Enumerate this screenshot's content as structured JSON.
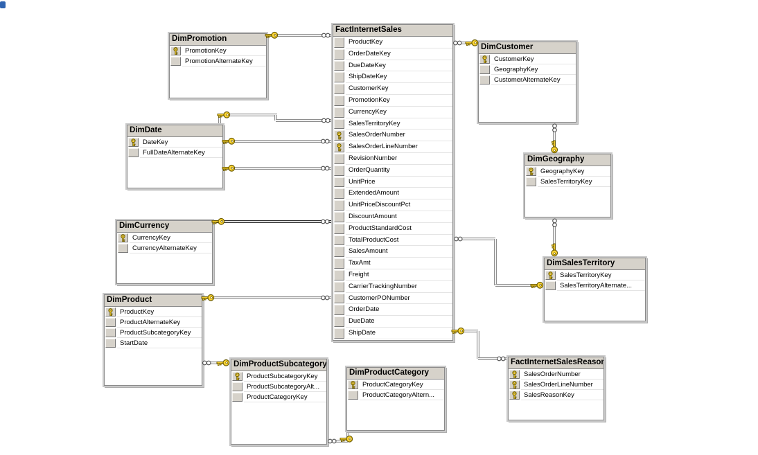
{
  "diagram": {
    "kind": "database-diagram",
    "tables": [
      {
        "id": "fact_internet_sales",
        "title": "FactInternetSales",
        "fields": [
          {
            "name": "ProductKey",
            "pk": false
          },
          {
            "name": "OrderDateKey",
            "pk": false
          },
          {
            "name": "DueDateKey",
            "pk": false
          },
          {
            "name": "ShipDateKey",
            "pk": false
          },
          {
            "name": "CustomerKey",
            "pk": false
          },
          {
            "name": "PromotionKey",
            "pk": false
          },
          {
            "name": "CurrencyKey",
            "pk": false
          },
          {
            "name": "SalesTerritoryKey",
            "pk": false
          },
          {
            "name": "SalesOrderNumber",
            "pk": true
          },
          {
            "name": "SalesOrderLineNumber",
            "pk": true
          },
          {
            "name": "RevisionNumber",
            "pk": false
          },
          {
            "name": "OrderQuantity",
            "pk": false
          },
          {
            "name": "UnitPrice",
            "pk": false
          },
          {
            "name": "ExtendedAmount",
            "pk": false
          },
          {
            "name": "UnitPriceDiscountPct",
            "pk": false
          },
          {
            "name": "DiscountAmount",
            "pk": false
          },
          {
            "name": "ProductStandardCost",
            "pk": false
          },
          {
            "name": "TotalProductCost",
            "pk": false
          },
          {
            "name": "SalesAmount",
            "pk": false
          },
          {
            "name": "TaxAmt",
            "pk": false
          },
          {
            "name": "Freight",
            "pk": false
          },
          {
            "name": "CarrierTrackingNumber",
            "pk": false
          },
          {
            "name": "CustomerPONumber",
            "pk": false
          },
          {
            "name": "OrderDate",
            "pk": false
          },
          {
            "name": "DueDate",
            "pk": false
          },
          {
            "name": "ShipDate",
            "pk": false
          }
        ]
      },
      {
        "id": "dim_promotion",
        "title": "DimPromotion",
        "fields": [
          {
            "name": "PromotionKey",
            "pk": true
          },
          {
            "name": "PromotionAlternateKey",
            "pk": false
          }
        ]
      },
      {
        "id": "dim_date",
        "title": "DimDate",
        "fields": [
          {
            "name": "DateKey",
            "pk": true
          },
          {
            "name": "FullDateAlternateKey",
            "pk": false
          }
        ]
      },
      {
        "id": "dim_currency",
        "title": "DimCurrency",
        "fields": [
          {
            "name": "CurrencyKey",
            "pk": true
          },
          {
            "name": "CurrencyAlternateKey",
            "pk": false
          }
        ]
      },
      {
        "id": "dim_product",
        "title": "DimProduct",
        "fields": [
          {
            "name": "ProductKey",
            "pk": true
          },
          {
            "name": "ProductAlternateKey",
            "pk": false
          },
          {
            "name": "ProductSubcategoryKey",
            "pk": false
          },
          {
            "name": "StartDate",
            "pk": false
          }
        ]
      },
      {
        "id": "dim_customer",
        "title": "DimCustomer",
        "fields": [
          {
            "name": "CustomerKey",
            "pk": true
          },
          {
            "name": "GeographyKey",
            "pk": false
          },
          {
            "name": "CustomerAlternateKey",
            "pk": false
          }
        ]
      },
      {
        "id": "dim_geography",
        "title": "DimGeography",
        "fields": [
          {
            "name": "GeographyKey",
            "pk": true
          },
          {
            "name": "SalesTerritoryKey",
            "pk": false
          }
        ]
      },
      {
        "id": "dim_sales_territory",
        "title": "DimSalesTerritory",
        "fields": [
          {
            "name": "SalesTerritoryKey",
            "pk": true
          },
          {
            "name": "SalesTerritoryAlternate...",
            "pk": false
          }
        ]
      },
      {
        "id": "fact_internet_sales_reason",
        "title": "FactInternetSalesReason",
        "fields": [
          {
            "name": "SalesOrderNumber",
            "pk": true
          },
          {
            "name": "SalesOrderLineNumber",
            "pk": true
          },
          {
            "name": "SalesReasonKey",
            "pk": true
          }
        ]
      },
      {
        "id": "dim_product_subcategory",
        "title": "DimProductSubcategory",
        "fields": [
          {
            "name": "ProductSubcategoryKey",
            "pk": true
          },
          {
            "name": "ProductSubcategoryAlt...",
            "pk": false
          },
          {
            "name": "ProductCategoryKey",
            "pk": false
          }
        ]
      },
      {
        "id": "dim_product_category",
        "title": "DimProductCategory",
        "fields": [
          {
            "name": "ProductCategoryKey",
            "pk": true
          },
          {
            "name": "ProductCategoryAltern...",
            "pk": false
          }
        ]
      }
    ],
    "relationships": [
      {
        "id": "promotion_fact",
        "pk_table": "DimPromotion",
        "fk_table": "FactInternetSales"
      },
      {
        "id": "date_fact_1",
        "pk_table": "DimDate",
        "fk_table": "FactInternetSales"
      },
      {
        "id": "date_fact_2",
        "pk_table": "DimDate",
        "fk_table": "FactInternetSales"
      },
      {
        "id": "date_fact_3",
        "pk_table": "DimDate",
        "fk_table": "FactInternetSales"
      },
      {
        "id": "currency_fact",
        "pk_table": "DimCurrency",
        "fk_table": "FactInternetSales"
      },
      {
        "id": "product_fact",
        "pk_table": "DimProduct",
        "fk_table": "FactInternetSales"
      },
      {
        "id": "customer_fact",
        "pk_table": "DimCustomer",
        "fk_table": "FactInternetSales"
      },
      {
        "id": "geography_customer",
        "pk_table": "DimGeography",
        "fk_table": "DimCustomer"
      },
      {
        "id": "salesterritory_geography",
        "pk_table": "DimSalesTerritory",
        "fk_table": "DimGeography"
      },
      {
        "id": "salesterritory_fact",
        "pk_table": "DimSalesTerritory",
        "fk_table": "FactInternetSales"
      },
      {
        "id": "fact_reason",
        "pk_table": "FactInternetSales",
        "fk_table": "FactInternetSalesReason"
      },
      {
        "id": "subcategory_product",
        "pk_table": "DimProductSubcategory",
        "fk_table": "DimProduct"
      },
      {
        "id": "category_subcategory",
        "pk_table": "DimProductCategory",
        "fk_table": "DimProductSubcategory"
      }
    ],
    "icons": {
      "primary_key": "key-icon",
      "one_end": "key-icon",
      "many_end": "infinity-icon"
    },
    "colors": {
      "table_header_bg": "#d6d2ca",
      "table_body_bg": "#ffffff",
      "line_gray": "#8e8e8e",
      "key_gold": "#ffd633",
      "artifact_blue": "#2f63b0"
    }
  }
}
